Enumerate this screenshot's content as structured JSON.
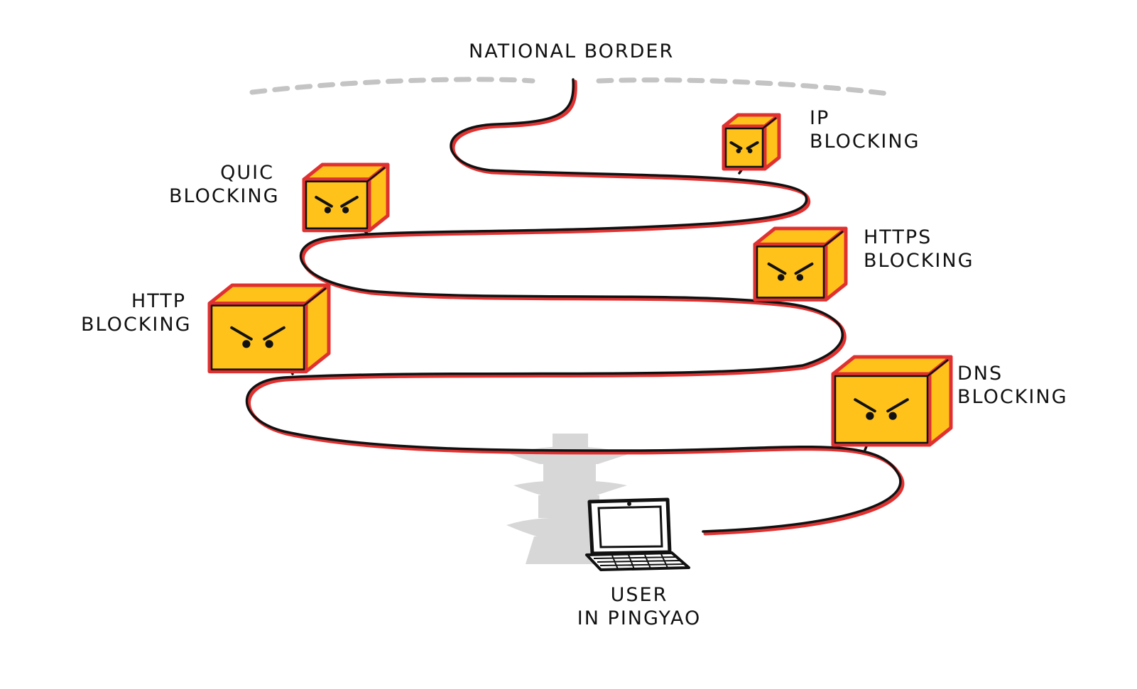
{
  "border": {
    "label": "NATIONAL BORDER"
  },
  "blockers": [
    {
      "id": "ip",
      "line1": "IP",
      "line2": "BLOCKING"
    },
    {
      "id": "quic",
      "line1": "QUIC",
      "line2": "BLOCKING"
    },
    {
      "id": "https",
      "line1": "HTTPS",
      "line2": "BLOCKING"
    },
    {
      "id": "http",
      "line1": "HTTP",
      "line2": "BLOCKING"
    },
    {
      "id": "dns",
      "line1": "DNS",
      "line2": "BLOCKING"
    }
  ],
  "user": {
    "line1": "USER",
    "line2": "IN PINGYAO"
  },
  "colors": {
    "path_red": "#e03131",
    "path_black": "#111111",
    "box_fill": "#ffc21a",
    "box_outline": "#e03131",
    "border_dash": "#c4c4c4",
    "pagoda": "#d7d7d7"
  },
  "icons": {
    "blocker": "angry-box-icon",
    "pagoda": "pagoda-icon",
    "laptop": "laptop-icon"
  }
}
